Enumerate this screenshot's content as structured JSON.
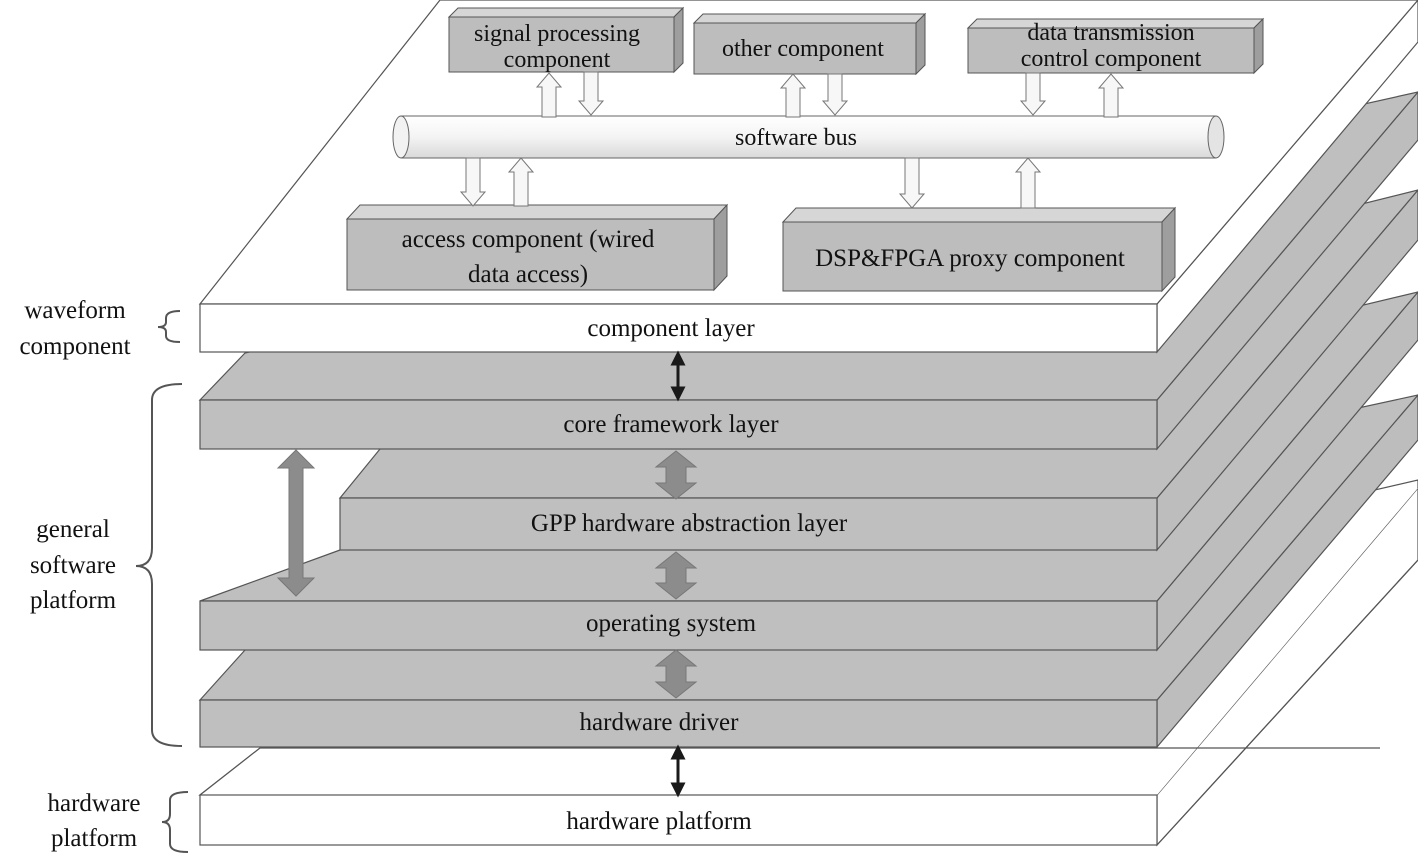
{
  "side_labels": {
    "waveform_line1": "waveform",
    "waveform_line2": "component",
    "general_line1": "general",
    "general_line2": "software",
    "general_line3": "platform",
    "hardware_line1": "hardware",
    "hardware_line2": "platform"
  },
  "layers": {
    "component_layer": "component layer",
    "core_framework": "core framework layer",
    "gpp_hal": "GPP hardware abstraction layer",
    "operating_system": "operating system",
    "hardware_driver": "hardware driver",
    "hardware_platform": "hardware platform"
  },
  "components": {
    "signal_processing_line1": "signal processing",
    "signal_processing_line2": "component",
    "other": "other component",
    "data_transmission_line1": "data transmission",
    "data_transmission_line2": "control component",
    "access_line1": "access component (wired",
    "access_line2": "data access)",
    "dsp_fpga": "DSP&FPGA proxy component"
  },
  "bus": {
    "label": "software bus"
  },
  "colors": {
    "gray_box": "#bdbdbd",
    "gray_side": "#a8a8a8",
    "layer_gray": "#bfbfbf",
    "white": "#ffffff",
    "outline": "#555555",
    "arrow_dark": "#1a1a1a",
    "arrow_gray": "#8c8c8c"
  }
}
